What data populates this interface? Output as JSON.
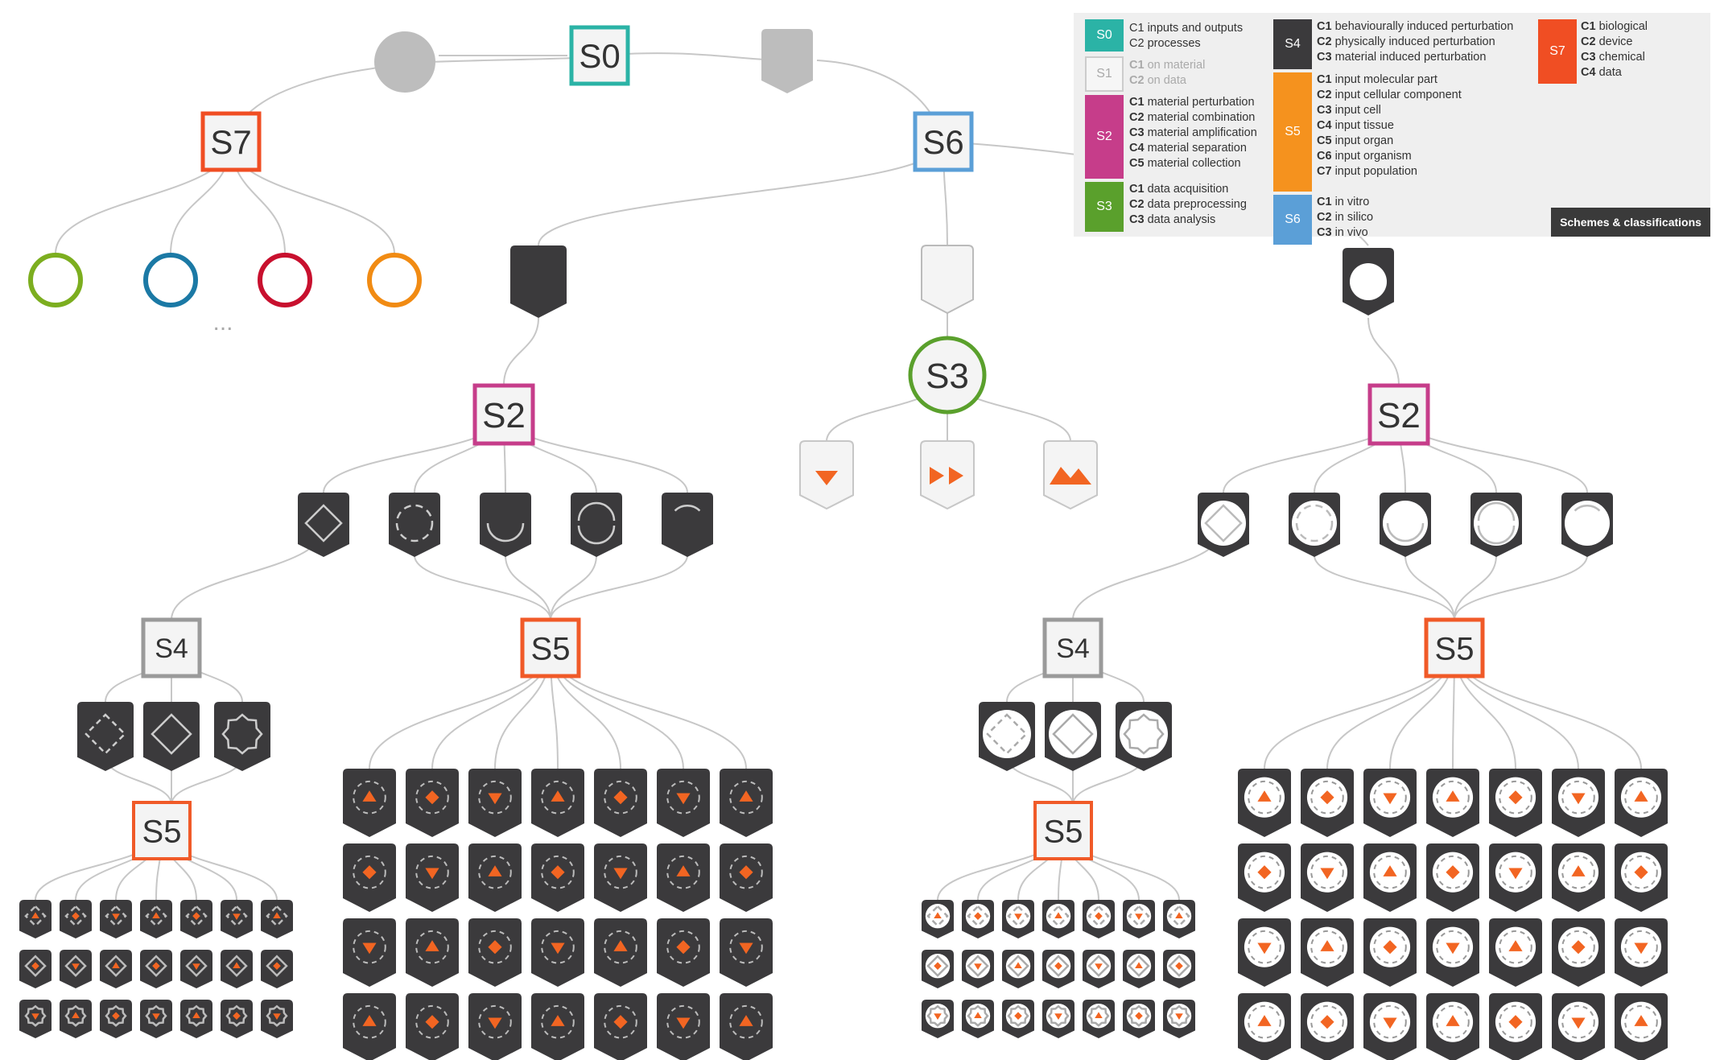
{
  "diagram": {
    "root": "S0",
    "level1": [
      "S7",
      "S6"
    ],
    "s3_label": "S3",
    "branches": [
      {
        "s2": "S2",
        "s4": "S4",
        "s5_main": "S5",
        "s5_sub": "S5"
      },
      {
        "s2": "S2",
        "s4": "S4",
        "s5_main": "S5",
        "s5_sub": "S5"
      }
    ],
    "s7_children_colors": [
      "#7cae1f",
      "#1b79a5",
      "#c8102e",
      "#f18b13"
    ],
    "ellipsis": "...",
    "colors": {
      "S0": "#2bb3a6",
      "S1": "#bcbcbc",
      "S2": "#c63d8a",
      "S3": "#5aa02c",
      "S4": "#3b3a3c",
      "S5": "#f5921e",
      "S6": "#5b9fd7",
      "S7": "#f04e23",
      "s5_border": "#f05a28",
      "s4_border": "#9a9a9a",
      "dark": "#3b3a3c",
      "accent": "#f26522",
      "line": "#c7c7c7",
      "gray_node": "#bdbdbd"
    }
  },
  "legend": {
    "groups": [
      {
        "key": "S0",
        "items": [
          {
            "c": "C1",
            "t": "inputs and outputs"
          },
          {
            "c": "C2",
            "t": "processes"
          }
        ]
      },
      {
        "key": "S1",
        "items": [
          {
            "c": "C1",
            "t": "on material"
          },
          {
            "c": "C2",
            "t": "on data"
          }
        ]
      },
      {
        "key": "S2",
        "items": [
          {
            "c": "C1",
            "t": "material perturbation"
          },
          {
            "c": "C2",
            "t": "material combination"
          },
          {
            "c": "C3",
            "t": "material amplification"
          },
          {
            "c": "C4",
            "t": "material separation"
          },
          {
            "c": "C5",
            "t": "material collection"
          }
        ]
      },
      {
        "key": "S3",
        "items": [
          {
            "c": "C1",
            "t": "data acquisition"
          },
          {
            "c": "C2",
            "t": "data preprocessing"
          },
          {
            "c": "C3",
            "t": "data analysis"
          }
        ]
      },
      {
        "key": "S4",
        "items": [
          {
            "c": "C1",
            "t": "behaviourally induced perturbation"
          },
          {
            "c": "C2",
            "t": "physically induced perturbation"
          },
          {
            "c": "C3",
            "t": "material induced perturbation"
          }
        ]
      },
      {
        "key": "S5",
        "items": [
          {
            "c": "C1",
            "t": "input molecular part"
          },
          {
            "c": "C2",
            "t": "input cellular component"
          },
          {
            "c": "C3",
            "t": "input cell"
          },
          {
            "c": "C4",
            "t": "input tissue"
          },
          {
            "c": "C5",
            "t": "input organ"
          },
          {
            "c": "C6",
            "t": "input organism"
          },
          {
            "c": "C7",
            "t": "input population"
          }
        ]
      },
      {
        "key": "S6",
        "items": [
          {
            "c": "C1",
            "t": "in vitro"
          },
          {
            "c": "C2",
            "t": "in silico"
          },
          {
            "c": "C3",
            "t": "in vivo"
          }
        ]
      },
      {
        "key": "S7",
        "items": [
          {
            "c": "C1",
            "t": "biological"
          },
          {
            "c": "C2",
            "t": "device"
          },
          {
            "c": "C3",
            "t": "chemical"
          },
          {
            "c": "C4",
            "t": "data"
          }
        ]
      }
    ],
    "button": "Schemes & classifications"
  }
}
